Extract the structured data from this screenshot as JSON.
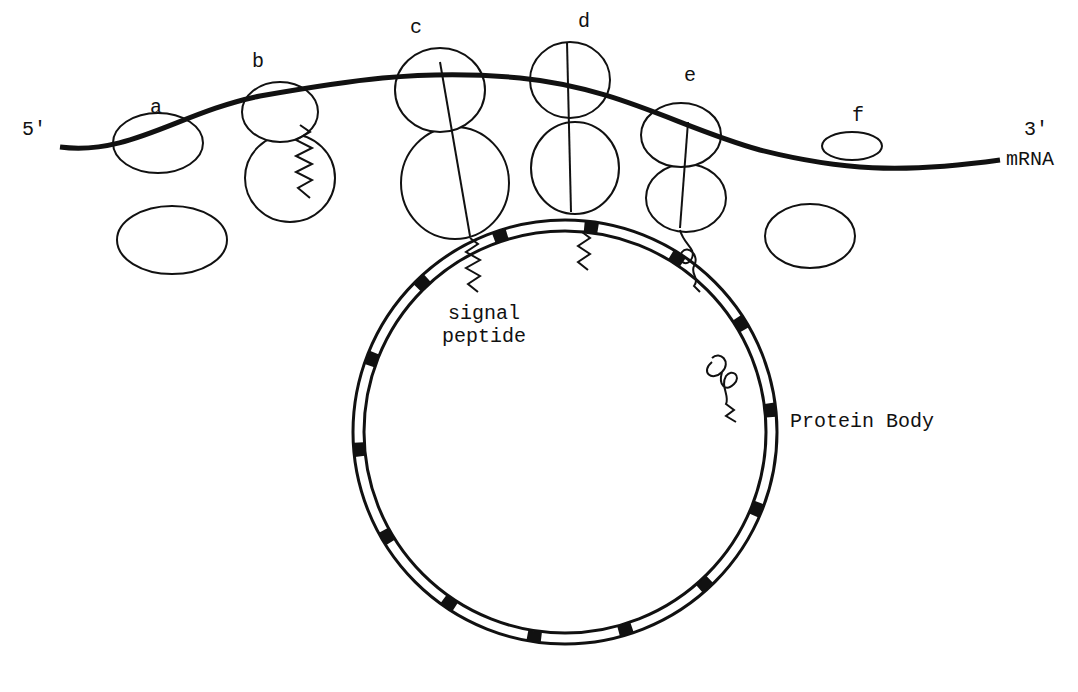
{
  "diagram": {
    "labels": [
      "a",
      "b",
      "c",
      "d",
      "e",
      "f",
      "5'",
      "3'",
      "mRNA",
      "signal peptide",
      "Protein Body"
    ]
  }
}
